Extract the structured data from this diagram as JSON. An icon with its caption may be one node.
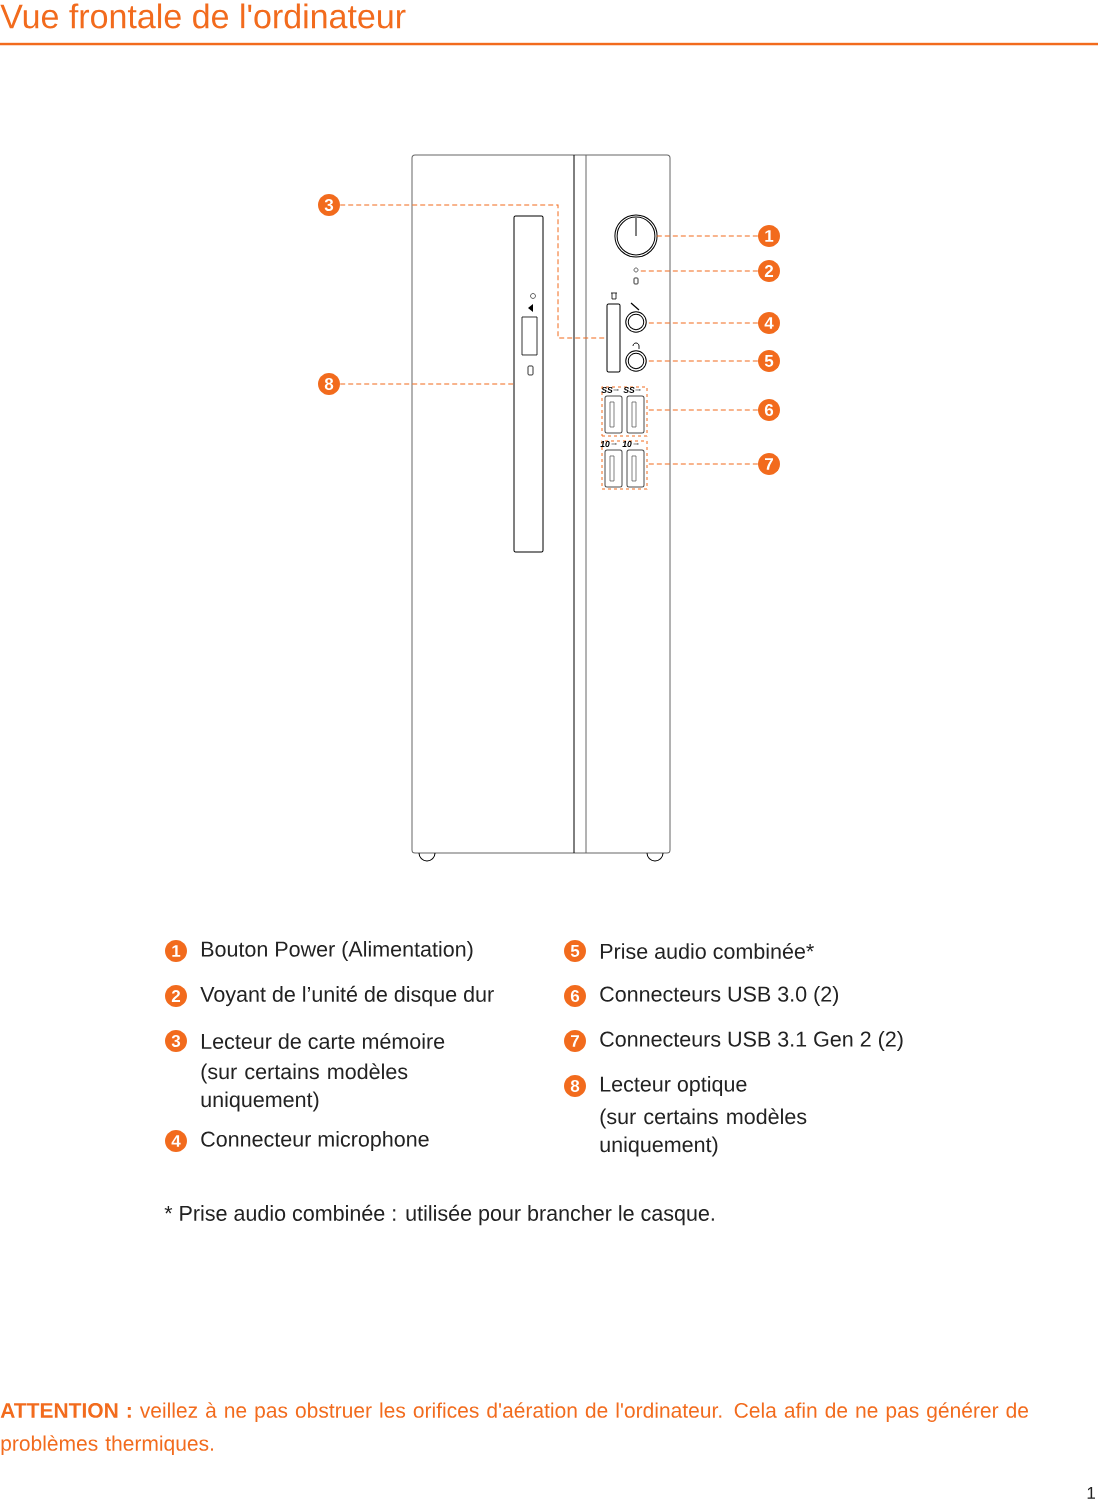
{
  "diagram": {
    "title": "Vue frontale de l'ordinateur",
    "nodes": [
      {
        "text": [
          "1"
        ]
      },
      {
        "text": [
          "2"
        ]
      },
      {
        "text": [
          "3"
        ]
      },
      {
        "text": [
          "4"
        ]
      },
      {
        "text": [
          "5"
        ]
      },
      {
        "text": [
          "6"
        ]
      },
      {
        "text": [
          "7"
        ]
      },
      {
        "text": [
          "8"
        ]
      },
      {
        "text": [],
        "shape": "circle"
      },
      {
        "text": [],
        "shape": "circle"
      },
      {
        "text": [],
        "shape": "box"
      },
      {
        "text": [],
        "shape": "circle"
      },
      {
        "text": [],
        "shape": "circle"
      },
      {
        "text": [],
        "shape": "box"
      },
      {
        "text": [],
        "shape": "box"
      },
      {
        "text": [],
        "shape": "box"
      },
      {
        "text": [
          "1"
        ],
        "beside": [
          "Bouton Power (Alimentation)"
        ]
      },
      {
        "text": [
          "2"
        ],
        "beside": [
          "Voyant de l’unité de disque dur"
        ]
      },
      {
        "text": [
          "3"
        ],
        "beside": [
          "Lecteur de carte mémoire",
          "(sur certains modèles uniquement)"
        ]
      },
      {
        "text": [
          "4"
        ],
        "beside": [
          "Connecteur microphone"
        ]
      },
      {
        "text": [
          "5"
        ],
        "beside": [
          "Prise audio combinée*"
        ]
      },
      {
        "text": [
          "6"
        ],
        "beside": [
          "Connecteurs USB 3.0 (2)"
        ]
      },
      {
        "text": [
          "7"
        ],
        "beside": [
          "Connecteurs USB 3.1 Gen 2 (2)"
        ]
      },
      {
        "text": [
          "8"
        ],
        "beside": [
          "Lecteur optique",
          "(sur certains modèles uniquement)"
        ]
      }
    ],
    "edges": [
      {
        "from": 0,
        "to": 8,
        "arrow": "none",
        "style": "dashed"
      },
      {
        "from": 1,
        "to": 9,
        "arrow": "none",
        "style": "dashed"
      },
      {
        "from": 2,
        "to": 10,
        "arrow": "none",
        "style": "dashed"
      },
      {
        "from": 3,
        "to": 11,
        "arrow": "none",
        "style": "dashed"
      },
      {
        "from": 4,
        "to": 12,
        "arrow": "none",
        "style": "dashed"
      },
      {
        "from": 5,
        "to": 13,
        "arrow": "none",
        "style": "dashed"
      },
      {
        "from": 6,
        "to": 14,
        "arrow": "none",
        "style": "dashed"
      },
      {
        "from": 7,
        "to": 15,
        "arrow": "none",
        "style": "dashed"
      }
    ],
    "labels": [
      "SS",
      "SS",
      "10",
      "10",
      "* Prise audio combinée : utilisée pour brancher le casque.",
      "**ATTENTION :** veillez à ne pas obstruer les orifices d'aération de l'ordinateur. Cela afin de ne pas générer de problèmes thermiques.",
      "1"
    ]
  }
}
